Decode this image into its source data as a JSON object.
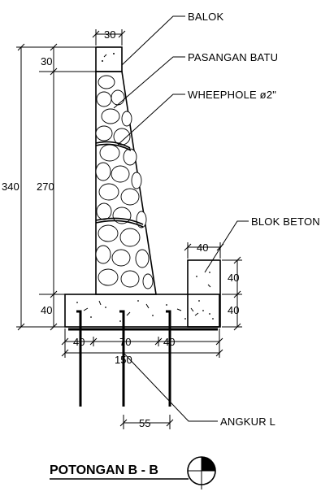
{
  "title": "POTONGAN B - B",
  "labels": {
    "balok": "BALOK",
    "pasangan_batu": "PASANGAN BATU",
    "wheephole": "WHEEPHOLE ø2\"",
    "blok_beton": "BLOK BETON",
    "angkur": "ANGKUR L"
  },
  "dimensions": {
    "top_width": "30",
    "balok_height": "30",
    "total_height": "340",
    "wall_height": "270",
    "base_height": "40",
    "base_left": "40",
    "base_middle": "70",
    "base_right": "40",
    "base_total": "150",
    "block_width": "40",
    "block_upper": "40",
    "block_lower": "40",
    "anchor_spacing": "55"
  }
}
